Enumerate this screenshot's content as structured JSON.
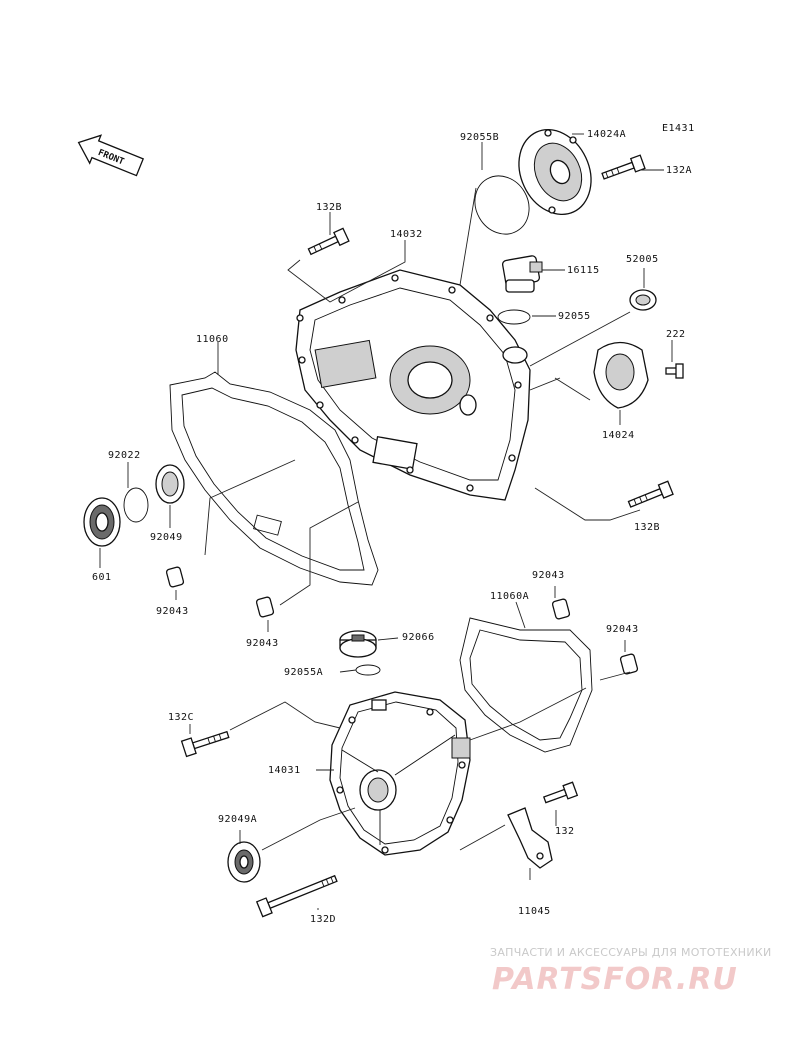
{
  "diagram_code": "E1431",
  "front_marker": "FRONT",
  "parts": [
    {
      "id": "p92055b",
      "label": "92055B"
    },
    {
      "id": "p14024a",
      "label": "14024A"
    },
    {
      "id": "p132a",
      "label": "132A"
    },
    {
      "id": "p132b_top",
      "label": "132B"
    },
    {
      "id": "p14032",
      "label": "14032"
    },
    {
      "id": "p16115",
      "label": "16115"
    },
    {
      "id": "p52005",
      "label": "52005"
    },
    {
      "id": "p92055",
      "label": "92055"
    },
    {
      "id": "p222",
      "label": "222"
    },
    {
      "id": "p11060",
      "label": "11060"
    },
    {
      "id": "p14024",
      "label": "14024"
    },
    {
      "id": "p92022",
      "label": "92022"
    },
    {
      "id": "p92049",
      "label": "92049"
    },
    {
      "id": "p132b_right",
      "label": "132B"
    },
    {
      "id": "p601",
      "label": "601"
    },
    {
      "id": "p92043_a",
      "label": "92043"
    },
    {
      "id": "p92043_b",
      "label": "92043"
    },
    {
      "id": "p92043_c",
      "label": "92043"
    },
    {
      "id": "p11060a",
      "label": "11060A"
    },
    {
      "id": "p92043_d",
      "label": "92043"
    },
    {
      "id": "p92066",
      "label": "92066"
    },
    {
      "id": "p92055a",
      "label": "92055A"
    },
    {
      "id": "p132c",
      "label": "132C"
    },
    {
      "id": "p14031",
      "label": "14031"
    },
    {
      "id": "p92049a",
      "label": "92049A"
    },
    {
      "id": "p132",
      "label": "132"
    },
    {
      "id": "p132d",
      "label": "132D"
    },
    {
      "id": "p11045",
      "label": "11045"
    }
  ],
  "watermark": {
    "caption": "ЗАПЧАСТИ И АКСЕССУАРЫ ДЛЯ МОТОТЕХНИКИ",
    "logo": "PARTSFOR.RU"
  }
}
